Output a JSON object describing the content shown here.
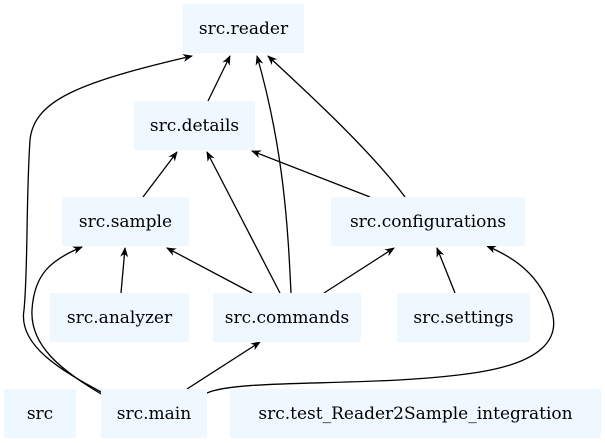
{
  "nodes": {
    "reader": "src.reader",
    "details": "src.details",
    "sample": "src.sample",
    "configurations": "src.configurations",
    "analyzer": "src.analyzer",
    "commands": "src.commands",
    "settings": "src.settings",
    "src": "src",
    "main": "src.main",
    "test": "src.test_Reader2Sample_integration"
  },
  "edges": [
    {
      "from": "details",
      "to": "reader"
    },
    {
      "from": "commands",
      "to": "reader"
    },
    {
      "from": "configurations",
      "to": "reader"
    },
    {
      "from": "main",
      "to": "reader"
    },
    {
      "from": "sample",
      "to": "details"
    },
    {
      "from": "commands",
      "to": "details"
    },
    {
      "from": "configurations",
      "to": "details"
    },
    {
      "from": "analyzer",
      "to": "sample"
    },
    {
      "from": "commands",
      "to": "sample"
    },
    {
      "from": "main",
      "to": "sample"
    },
    {
      "from": "commands",
      "to": "configurations"
    },
    {
      "from": "settings",
      "to": "configurations"
    },
    {
      "from": "main",
      "to": "configurations"
    },
    {
      "from": "main",
      "to": "commands"
    }
  ],
  "colors": {
    "node_fill": "#f0f8ff",
    "edge": "#000000"
  }
}
